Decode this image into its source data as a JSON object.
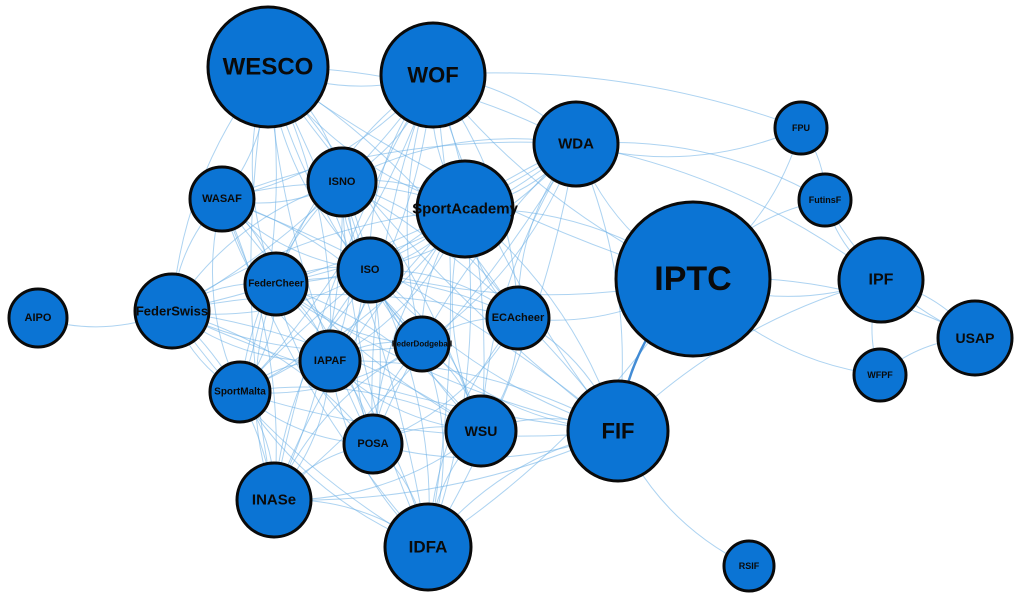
{
  "colors": {
    "node_fill": "#0b74d4",
    "node_stroke": "#0a0a0a",
    "edge": "#6aaee6",
    "background": "#ffffff"
  },
  "nodes": [
    {
      "id": "WESCO",
      "label": "WESCO"
    },
    {
      "id": "WOF",
      "label": "WOF"
    },
    {
      "id": "WDA",
      "label": "WDA"
    },
    {
      "id": "SportAcademy",
      "label": "SportAcademy"
    },
    {
      "id": "ISNO",
      "label": "ISNO"
    },
    {
      "id": "WASAF",
      "label": "WASAF"
    },
    {
      "id": "ISO",
      "label": "ISO"
    },
    {
      "id": "FederCheer",
      "label": "FederCheer"
    },
    {
      "id": "FederSwiss",
      "label": "FederSwiss"
    },
    {
      "id": "AIPO",
      "label": "AIPO"
    },
    {
      "id": "ECAcheer",
      "label": "ECAcheer"
    },
    {
      "id": "FederDodgeball",
      "label": "FederDodgeball"
    },
    {
      "id": "IAPAF",
      "label": "IAPAF"
    },
    {
      "id": "SportMalta",
      "label": "SportMalta"
    },
    {
      "id": "POSA",
      "label": "POSA"
    },
    {
      "id": "WSU",
      "label": "WSU"
    },
    {
      "id": "INASe",
      "label": "INASe"
    },
    {
      "id": "IDFA",
      "label": "IDFA"
    },
    {
      "id": "FIF",
      "label": "FIF"
    },
    {
      "id": "IPTC",
      "label": "IPTC"
    },
    {
      "id": "FPU",
      "label": "FPU"
    },
    {
      "id": "FutinsF",
      "label": "FutinsF"
    },
    {
      "id": "IPF",
      "label": "IPF"
    },
    {
      "id": "USAP",
      "label": "USAP"
    },
    {
      "id": "WFPF",
      "label": "WFPF"
    },
    {
      "id": "RSIF",
      "label": "RSIF"
    }
  ],
  "edges": [
    [
      "AIPO",
      "FederSwiss"
    ],
    [
      "FederSwiss",
      "WESCO"
    ],
    [
      "FederSwiss",
      "WOF"
    ],
    [
      "FederSwiss",
      "ISNO"
    ],
    [
      "FederSwiss",
      "ISO"
    ],
    [
      "FederSwiss",
      "FederCheer"
    ],
    [
      "FederSwiss",
      "SportMalta"
    ],
    [
      "FederSwiss",
      "INASe"
    ],
    [
      "FederSwiss",
      "IDFA"
    ],
    [
      "FederSwiss",
      "SportAcademy"
    ],
    [
      "FederSwiss",
      "WDA"
    ],
    [
      "FederSwiss",
      "POSA"
    ],
    [
      "FederSwiss",
      "IAPAF"
    ],
    [
      "FederSwiss",
      "WSU"
    ],
    [
      "FederSwiss",
      "FederDodgeball"
    ],
    [
      "FederSwiss",
      "ECAcheer"
    ],
    [
      "FederSwiss",
      "FIF"
    ],
    [
      "FederSwiss",
      "WASAF"
    ],
    [
      "WESCO",
      "WOF"
    ],
    [
      "WESCO",
      "WDA"
    ],
    [
      "WESCO",
      "SportAcademy"
    ],
    [
      "WESCO",
      "ISNO"
    ],
    [
      "WESCO",
      "ISO"
    ],
    [
      "WESCO",
      "WASAF"
    ],
    [
      "WESCO",
      "FederCheer"
    ],
    [
      "WESCO",
      "IAPAF"
    ],
    [
      "WESCO",
      "FederDodgeball"
    ],
    [
      "WESCO",
      "ECAcheer"
    ],
    [
      "WESCO",
      "POSA"
    ],
    [
      "WESCO",
      "WSU"
    ],
    [
      "WESCO",
      "INASe"
    ],
    [
      "WESCO",
      "IDFA"
    ],
    [
      "WESCO",
      "FIF"
    ],
    [
      "WESCO",
      "SportMalta"
    ],
    [
      "WESCO",
      "IPTC"
    ],
    [
      "WOF",
      "WDA"
    ],
    [
      "WOF",
      "SportAcademy"
    ],
    [
      "WOF",
      "ISNO"
    ],
    [
      "WOF",
      "ISO"
    ],
    [
      "WOF",
      "WASAF"
    ],
    [
      "WOF",
      "FederCheer"
    ],
    [
      "WOF",
      "IAPAF"
    ],
    [
      "WOF",
      "FederDodgeball"
    ],
    [
      "WOF",
      "ECAcheer"
    ],
    [
      "WOF",
      "POSA"
    ],
    [
      "WOF",
      "WSU"
    ],
    [
      "WOF",
      "INASe"
    ],
    [
      "WOF",
      "IDFA"
    ],
    [
      "WOF",
      "FIF"
    ],
    [
      "WOF",
      "SportMalta"
    ],
    [
      "WOF",
      "IPTC"
    ],
    [
      "WDA",
      "SportAcademy"
    ],
    [
      "WDA",
      "ISNO"
    ],
    [
      "WDA",
      "ISO"
    ],
    [
      "WDA",
      "WASAF"
    ],
    [
      "WDA",
      "FederCheer"
    ],
    [
      "WDA",
      "ECAcheer"
    ],
    [
      "WDA",
      "FIF"
    ],
    [
      "WDA",
      "IPTC"
    ],
    [
      "WDA",
      "IPF"
    ],
    [
      "WDA",
      "WSU"
    ],
    [
      "WDA",
      "IDFA"
    ],
    [
      "WDA",
      "POSA"
    ],
    [
      "WDA",
      "FederDodgeball"
    ],
    [
      "WDA",
      "SportMalta"
    ],
    [
      "WDA",
      "INASe"
    ],
    [
      "SportAcademy",
      "ISNO"
    ],
    [
      "SportAcademy",
      "ISO"
    ],
    [
      "SportAcademy",
      "WASAF"
    ],
    [
      "SportAcademy",
      "FederCheer"
    ],
    [
      "SportAcademy",
      "ECAcheer"
    ],
    [
      "SportAcademy",
      "FIF"
    ],
    [
      "SportAcademy",
      "WSU"
    ],
    [
      "SportAcademy",
      "IDFA"
    ],
    [
      "SportAcademy",
      "POSA"
    ],
    [
      "SportAcademy",
      "IAPAF"
    ],
    [
      "SportAcademy",
      "FederDodgeball"
    ],
    [
      "SportAcademy",
      "SportMalta"
    ],
    [
      "SportAcademy",
      "INASe"
    ],
    [
      "SportAcademy",
      "IPTC"
    ],
    [
      "ISNO",
      "ISO"
    ],
    [
      "ISNO",
      "WASAF"
    ],
    [
      "ISNO",
      "FederCheer"
    ],
    [
      "ISNO",
      "IAPAF"
    ],
    [
      "ISNO",
      "FederDodgeball"
    ],
    [
      "ISNO",
      "POSA"
    ],
    [
      "ISNO",
      "WSU"
    ],
    [
      "ISNO",
      "INASe"
    ],
    [
      "ISNO",
      "IDFA"
    ],
    [
      "ISNO",
      "FIF"
    ],
    [
      "ISNO",
      "SportMalta"
    ],
    [
      "ISNO",
      "ECAcheer"
    ],
    [
      "WASAF",
      "ISO"
    ],
    [
      "WASAF",
      "FederCheer"
    ],
    [
      "WASAF",
      "SportMalta"
    ],
    [
      "WASAF",
      "INASe"
    ],
    [
      "WASAF",
      "IDFA"
    ],
    [
      "WASAF",
      "POSA"
    ],
    [
      "WASAF",
      "IAPAF"
    ],
    [
      "WASAF",
      "FederDodgeball"
    ],
    [
      "WASAF",
      "WSU"
    ],
    [
      "WASAF",
      "FIF"
    ],
    [
      "ISO",
      "FederCheer"
    ],
    [
      "ISO",
      "IAPAF"
    ],
    [
      "ISO",
      "FederDodgeball"
    ],
    [
      "ISO",
      "ECAcheer"
    ],
    [
      "ISO",
      "POSA"
    ],
    [
      "ISO",
      "WSU"
    ],
    [
      "ISO",
      "INASe"
    ],
    [
      "ISO",
      "IDFA"
    ],
    [
      "ISO",
      "FIF"
    ],
    [
      "ISO",
      "SportMalta"
    ],
    [
      "ISO",
      "IPTC"
    ],
    [
      "FederCheer",
      "IAPAF"
    ],
    [
      "FederCheer",
      "FederDodgeball"
    ],
    [
      "FederCheer",
      "SportMalta"
    ],
    [
      "FederCheer",
      "POSA"
    ],
    [
      "FederCheer",
      "WSU"
    ],
    [
      "FederCheer",
      "INASe"
    ],
    [
      "FederCheer",
      "IDFA"
    ],
    [
      "FederCheer",
      "FIF"
    ],
    [
      "FederCheer",
      "ECAcheer"
    ],
    [
      "FederDodgeball",
      "IAPAF"
    ],
    [
      "FederDodgeball",
      "ECAcheer"
    ],
    [
      "FederDodgeball",
      "POSA"
    ],
    [
      "FederDodgeball",
      "WSU"
    ],
    [
      "FederDodgeball",
      "INASe"
    ],
    [
      "FederDodgeball",
      "IDFA"
    ],
    [
      "FederDodgeball",
      "FIF"
    ],
    [
      "FederDodgeball",
      "SportMalta"
    ],
    [
      "IAPAF",
      "SportMalta"
    ],
    [
      "IAPAF",
      "POSA"
    ],
    [
      "IAPAF",
      "WSU"
    ],
    [
      "IAPAF",
      "INASe"
    ],
    [
      "IAPAF",
      "IDFA"
    ],
    [
      "IAPAF",
      "FIF"
    ],
    [
      "SportMalta",
      "POSA"
    ],
    [
      "SportMalta",
      "INASe"
    ],
    [
      "SportMalta",
      "IDFA"
    ],
    [
      "SportMalta",
      "WSU"
    ],
    [
      "SportMalta",
      "FIF"
    ],
    [
      "POSA",
      "WSU"
    ],
    [
      "POSA",
      "INASe"
    ],
    [
      "POSA",
      "IDFA"
    ],
    [
      "POSA",
      "FIF"
    ],
    [
      "WSU",
      "INASe"
    ],
    [
      "WSU",
      "IDFA"
    ],
    [
      "WSU",
      "FIF"
    ],
    [
      "WSU",
      "ECAcheer"
    ],
    [
      "INASe",
      "IDFA"
    ],
    [
      "INASe",
      "FIF"
    ],
    [
      "IDFA",
      "FIF"
    ],
    [
      "IDFA",
      "IPTC"
    ],
    [
      "ECAcheer",
      "FIF"
    ],
    [
      "ECAcheer",
      "IPTC"
    ],
    [
      "ECAcheer",
      "POSA"
    ],
    [
      "ECAcheer",
      "IDFA"
    ],
    [
      "FIF",
      "IPTC"
    ],
    [
      "FIF",
      "RSIF"
    ],
    [
      "FIF",
      "IPF"
    ],
    [
      "IPTC",
      "IPF"
    ],
    [
      "IPTC",
      "FutinsF"
    ],
    [
      "IPTC",
      "FPU"
    ],
    [
      "IPTC",
      "USAP"
    ],
    [
      "IPTC",
      "WFPF"
    ],
    [
      "FPU",
      "FutinsF"
    ],
    [
      "FutinsF",
      "IPF"
    ],
    [
      "IPF",
      "USAP"
    ],
    [
      "IPF",
      "WFPF"
    ],
    [
      "WFPF",
      "USAP"
    ],
    [
      "FutinsF",
      "USAP"
    ],
    [
      "WDA",
      "FutinsF"
    ],
    [
      "WDA",
      "FPU"
    ],
    [
      "WOF",
      "FPU"
    ]
  ],
  "thick_edges": [
    [
      "FIF",
      "IPTC"
    ]
  ]
}
